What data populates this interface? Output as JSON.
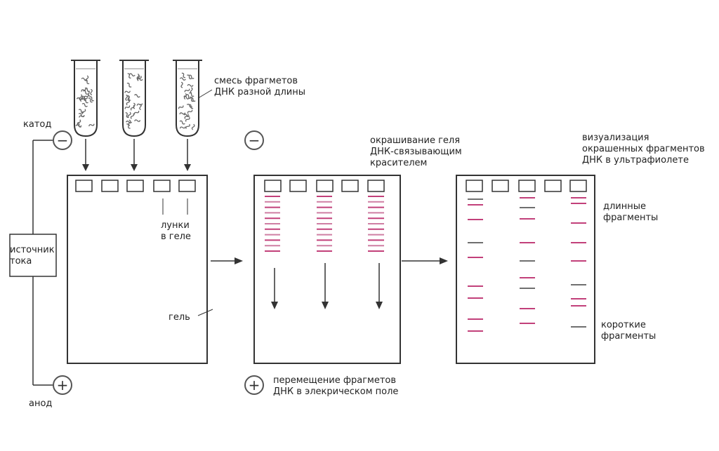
{
  "labels": {
    "dna_mix": [
      "смесь фрагметов",
      "ДНК разной длины"
    ],
    "cathode": "катод",
    "anode": "анод",
    "power_source": [
      "источник",
      "тока"
    ],
    "wells": [
      "лунки",
      "в геле"
    ],
    "gel": "гель",
    "staining": [
      "окрашивание геля",
      "ДНК-связывающим",
      "красителем"
    ],
    "movement": [
      "перемещение фрагметов",
      "ДНК в элекрическом поле"
    ],
    "visualization": [
      "визуализация",
      "окрашенных фрагментов",
      "ДНК в ультрафиолете"
    ],
    "long_fragments": [
      "длинные",
      "фрагменты"
    ],
    "short_fragments": [
      "короткие",
      "фрагменты"
    ]
  },
  "symbols": {
    "minus": "−",
    "plus": "+"
  },
  "colors": {
    "line": "#333333",
    "band_magenta": "#c2407a",
    "band_gray": "#6f6f6f",
    "band_light": "#cf7fa3"
  }
}
